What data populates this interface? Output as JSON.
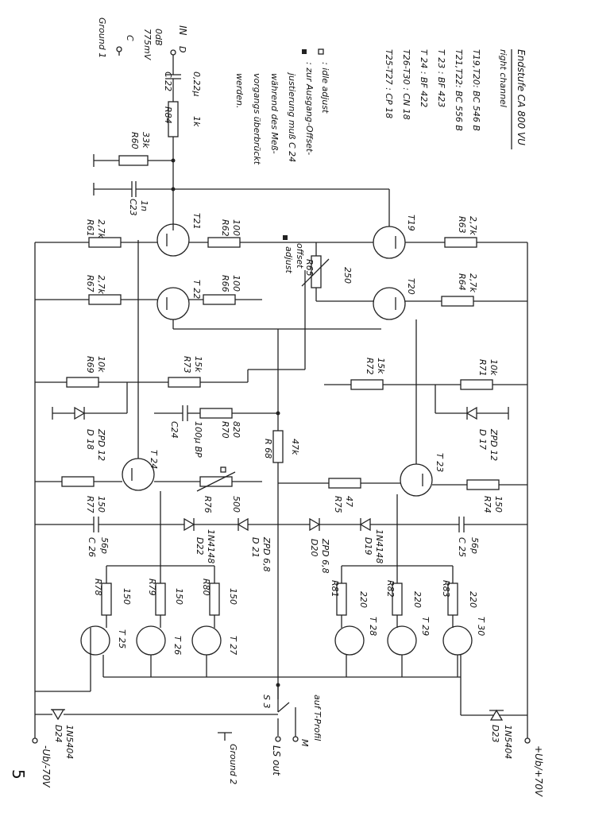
{
  "title": {
    "line1": "Endstufe  CA 800 VU",
    "line2": "right channel"
  },
  "transistor_list": [
    "T19,T20:  BC 546 B",
    "T21,T22:  BC 556 B",
    "T 23  :  BF 423",
    "T 24  :  BF 422",
    "T26-T30 :  CN 18",
    "T25-T27 :  CP 18"
  ],
  "notes": {
    "idle": ": idle adjust",
    "offset_1": ": zur Ausgang-Offset-",
    "offset_2": "justierung muß C 24",
    "offset_3": "während des Meß-",
    "offset_4": "vorgangs überbrückt",
    "offset_5": "werden."
  },
  "input": {
    "in": "IN",
    "level1": "0dB",
    "level2": "775mV",
    "c": "C",
    "o": "D",
    "ground": "Ground 1"
  },
  "components": {
    "C22": {
      "val": "0,22µ",
      "ref": "C 22"
    },
    "R84": {
      "val": "1k",
      "ref": "R84"
    },
    "R60": {
      "val": "33k",
      "ref": "R60"
    },
    "C23": {
      "val": "1n",
      "ref": "C23"
    },
    "T21": "T21",
    "T22": "T 22",
    "T19": "T19",
    "T20": "T20",
    "R61": {
      "val": "2,7k",
      "ref": "R61"
    },
    "R62": {
      "val": "100",
      "ref": "R62"
    },
    "R67": {
      "val": "2,7k",
      "ref": "R67"
    },
    "R66": {
      "val": "100",
      "ref": "R66"
    },
    "R63": {
      "val": "2,7k",
      "ref": "R63"
    },
    "R64": {
      "val": "2,7k",
      "ref": "R64"
    },
    "R65": {
      "val": "250",
      "ref": "R65"
    },
    "offset1": "offset",
    "offset2": "adjust",
    "R69": {
      "val": "10k",
      "ref": "R69"
    },
    "R73": {
      "val": "15k",
      "ref": "R73"
    },
    "R72": {
      "val": "15k",
      "ref": "R72"
    },
    "R71": {
      "val": "10k",
      "ref": "R71"
    },
    "D18": {
      "val": "ZPD 12",
      "ref": "D 18"
    },
    "D17": {
      "val": "ZPD 12",
      "ref": "D 17"
    },
    "R70": {
      "val": "820",
      "ref": "R70"
    },
    "C24": {
      "val": "100µ BP",
      "ref": "C24"
    },
    "R68": {
      "val": "47k",
      "ref": "R 68"
    },
    "T24": "T 24",
    "T23": "T 23",
    "R77": {
      "val": "150",
      "ref": "R77"
    },
    "R76": {
      "val": "500",
      "ref": "R76"
    },
    "R75": {
      "val": "47",
      "ref": "R75"
    },
    "R74": {
      "val": "150",
      "ref": "R74"
    },
    "C26": {
      "val": "56p",
      "ref": "C 26"
    },
    "C25": {
      "val": "56p",
      "ref": "C 25"
    },
    "D22": {
      "val": "1N4148",
      "ref": "D22"
    },
    "D21": {
      "val": "ZPD 6,8",
      "ref": "D 21"
    },
    "D20": {
      "val": "ZPD 6,8",
      "ref": "D20"
    },
    "D19": {
      "val": "1N4148",
      "ref": "D19"
    },
    "R78": {
      "val": "150",
      "ref": "R78"
    },
    "R79": {
      "val": "150",
      "ref": "R79"
    },
    "R80": {
      "val": "150",
      "ref": "R80"
    },
    "R81": {
      "val": "220",
      "ref": "R81"
    },
    "R82": {
      "val": "220",
      "ref": "R82"
    },
    "R83": {
      "val": "220",
      "ref": "R83"
    },
    "T25": "T 25",
    "T26": "T 26",
    "T27": "T 27",
    "T28": "T 28",
    "T29": "T 29",
    "T30": "T 30",
    "D24": {
      "val": "1N5404",
      "ref": "D24"
    },
    "D23": {
      "val": "1N5404",
      "ref": "D23"
    },
    "S3": "S 3",
    "tprofil": "auf T-Profil",
    "M": "M",
    "ls": "LS  out",
    "ground2": "Ground 2",
    "vneg": "-Ub/-70V",
    "vpos": "+Ub/+70V"
  },
  "page_number": "5"
}
